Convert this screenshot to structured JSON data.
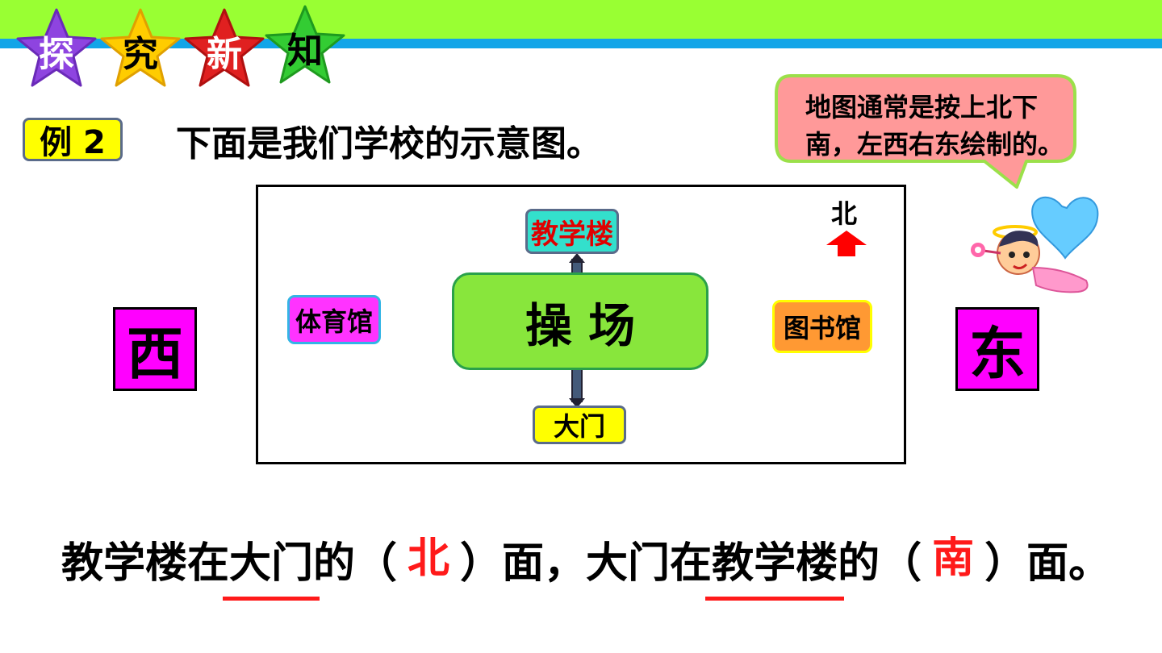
{
  "header": {
    "badges": [
      {
        "char": "探",
        "color": "#8e44e0",
        "text_color": "#ffffff"
      },
      {
        "char": "究",
        "color": "#ffcc00",
        "text_color": "#000000"
      },
      {
        "char": "新",
        "color": "#e02020",
        "text_color": "#ffffff"
      },
      {
        "char": "知",
        "color": "#33cc33",
        "text_color": "#000000"
      }
    ]
  },
  "example": {
    "label": "例 2",
    "intro": "下面是我们学校的示意图。"
  },
  "callout": {
    "text": "地图通常是按上北下南，左西右东绘制的。"
  },
  "map": {
    "teaching_building": "教学楼",
    "playground": "操 场",
    "gym": "体育馆",
    "library": "图书馆",
    "gate": "大门",
    "north": "北"
  },
  "directions": {
    "west": "西",
    "east": "东"
  },
  "sentence": {
    "s1": "教学楼在",
    "u1": "大门",
    "s2": "的（",
    "a1": "北",
    "s3": "）面，大门在",
    "u2": "教学楼",
    "s4": "的（",
    "a2": "南",
    "s5": "）面。"
  },
  "colors": {
    "answer": "#ff1a1a",
    "direction_box": "#ff00ff"
  }
}
